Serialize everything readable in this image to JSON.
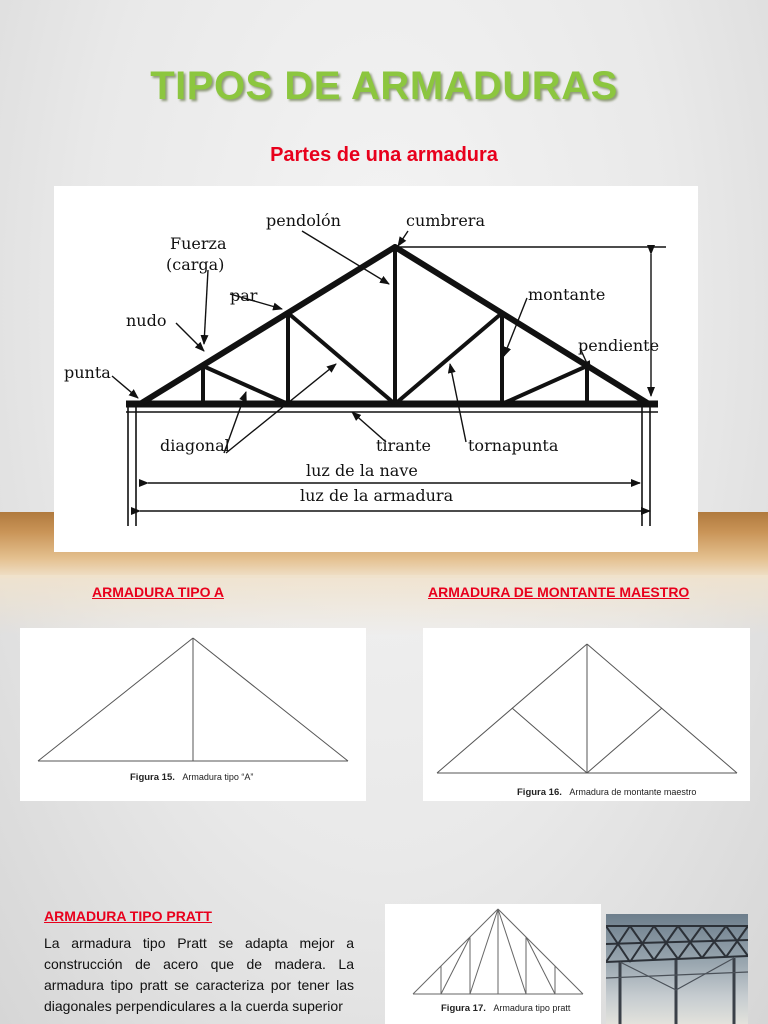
{
  "slide": {
    "title": "TIPOS DE ARMADURAS",
    "subtitle": "Partes de una armadura"
  },
  "diagram": {
    "labels": {
      "pendolon": "pendolón",
      "cumbrera": "cumbrera",
      "fuerza": "Fuerza",
      "carga": "(carga)",
      "par": "par",
      "nudo": "nudo",
      "montante": "montante",
      "pendiente": "pendiente",
      "punta": "punta",
      "diagonal": "diagonal",
      "tirante": "tirante",
      "tornapunta": "tornapunta",
      "luz_nave": "luz de la nave",
      "luz_armadura": "luz de la armadura"
    }
  },
  "sections": {
    "tipo_a": {
      "heading": "ARMADURA TIPO A",
      "caption_bold": "Figura 15.",
      "caption_text": "Armadura tipo “A”"
    },
    "montante_maestro": {
      "heading": "ARMADURA DE MONTANTE MAESTRO",
      "caption_bold": "Figura 16.",
      "caption_text": "Armadura de montante maestro"
    },
    "pratt": {
      "heading": "ARMADURA TIPO PRATT",
      "body": "La armadura tipo Pratt se adapta mejor a construcción de acero que de madera. La armadura tipo pratt se caracteriza por tener las diagonales perpendiculares a la cuerda superior",
      "caption_bold": "Figura 17.",
      "caption_text": "Armadura tipo pratt"
    }
  }
}
